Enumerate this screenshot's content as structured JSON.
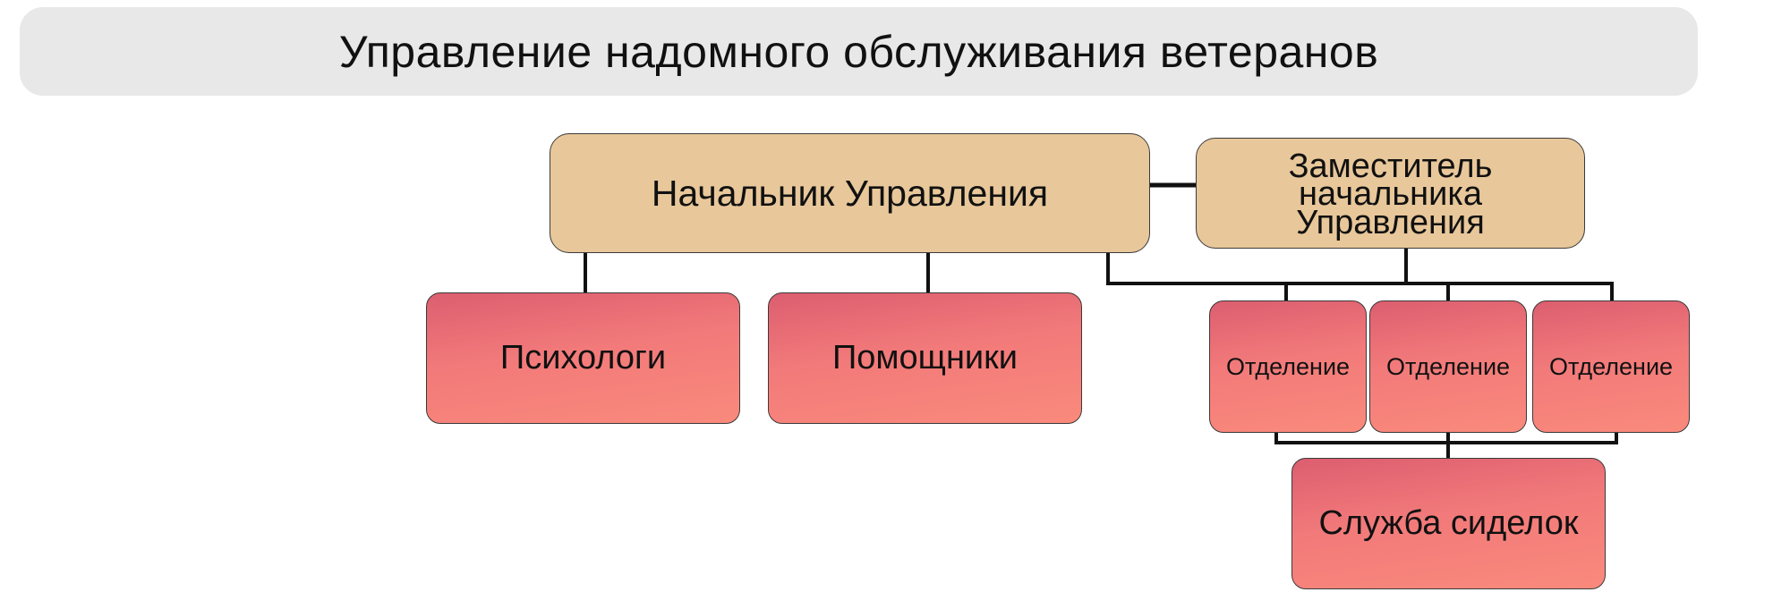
{
  "title": "Управление надомного обслуживания ветеранов",
  "nodes": {
    "chief": "Начальник Управления",
    "deputy": [
      "Заместитель",
      "начальника",
      "Управления"
    ],
    "psychologists": "Психологи",
    "assistants": "Помощники",
    "departments": [
      "Отделение",
      "Отделение",
      "Отделение"
    ],
    "nurse_service": "Служба сиделок"
  },
  "colors": {
    "title_bg": "#e8e8e8",
    "leader_fill": "#e8c79a",
    "unit_fill": "#f27a7a",
    "connector": "#111111"
  }
}
